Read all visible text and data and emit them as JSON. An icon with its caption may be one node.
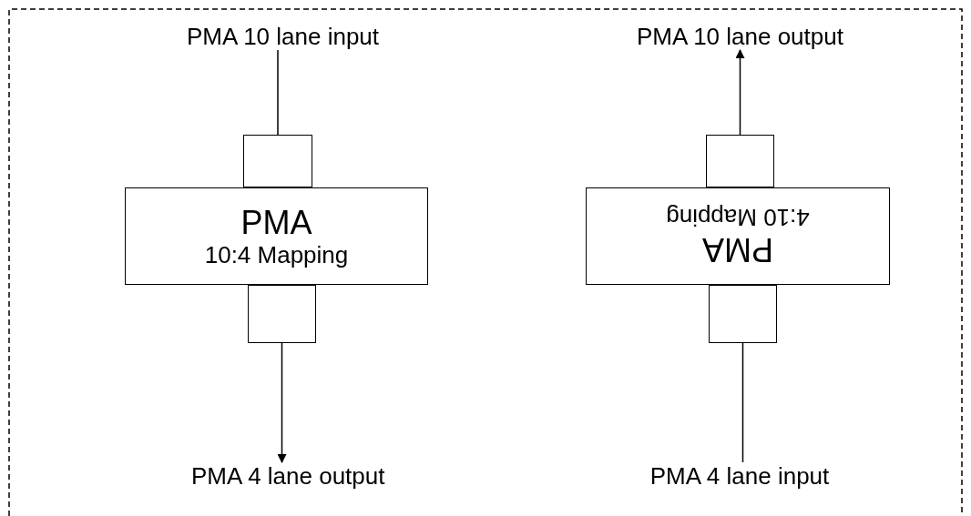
{
  "diagram": {
    "nodes": [
      {
        "text": [
          "PMA 10 lane input"
        ]
      },
      {
        "text": [],
        "shape": "box"
      },
      {
        "text": [
          "PMA",
          "10:4 Mapping"
        ]
      },
      {
        "text": [],
        "shape": "box"
      },
      {
        "text": [
          "PMA 4 lane output"
        ]
      },
      {
        "text": [
          "PMA 10 lane output"
        ]
      },
      {
        "text": [],
        "shape": "box"
      },
      {
        "text": [
          "PMA",
          "4:10 Mapping"
        ]
      },
      {
        "text": [],
        "shape": "box"
      },
      {
        "text": [
          "PMA 4 lane input"
        ]
      }
    ],
    "edges": [
      {
        "from": 0,
        "to": 1,
        "arrow": "none"
      },
      {
        "from": 3,
        "to": 4,
        "arrow": "to"
      },
      {
        "from": 6,
        "to": 5,
        "arrow": "to"
      },
      {
        "from": 9,
        "to": 8,
        "arrow": "none"
      }
    ]
  }
}
